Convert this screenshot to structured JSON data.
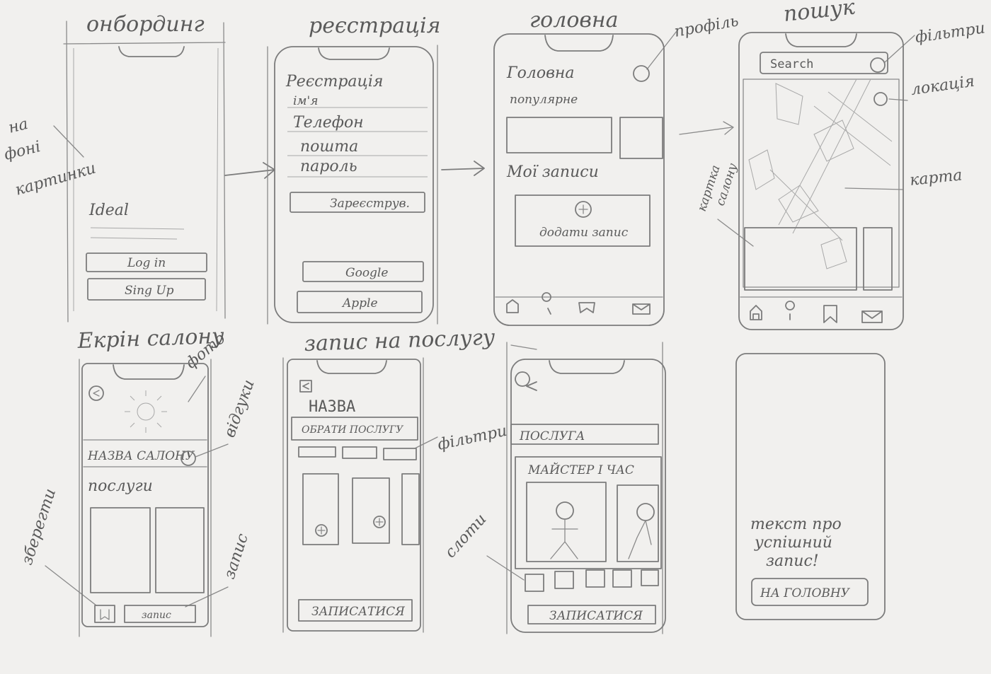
{
  "screens": {
    "onboarding": {
      "title": "онбординг",
      "side_note": [
        "на",
        "фоні",
        "картинки"
      ],
      "brand": "Ideal",
      "login_button": "Log in",
      "signup_button": "Sing Up"
    },
    "registration": {
      "title": "реєстрація",
      "heading": "Реєстрація",
      "fields": [
        "ім'я",
        "Телефон",
        "пошта",
        "пароль"
      ],
      "register_button": "Зареєструв.",
      "google_button": "Google",
      "apple_button": "Apple"
    },
    "home": {
      "title": "головна",
      "profile_note": "профіль",
      "heading": "Головна",
      "popular_label": "популярне",
      "my_bookings_label": "Мої записи",
      "add_booking_label": "додати запис"
    },
    "search": {
      "title": "пошук",
      "search_placeholder": "Search",
      "filters_note": "фільтри",
      "location_note": "локація",
      "map_note": "карта",
      "salon_card_note": [
        "картка",
        "салону"
      ]
    },
    "salon": {
      "title": "Екрін салону",
      "photo_note": "фото",
      "reviews_note": "відгуки",
      "salon_name": "НАЗВА САЛОНУ",
      "services_label": "послуги",
      "save_note": "зберегти",
      "book_note": "запис",
      "book_button": "запис"
    },
    "service_booking": {
      "title": "запис на послугу",
      "heading": "НАЗВА",
      "choose_service": "ОБРАТИ ПОСЛУГУ",
      "filters_note": "фільтри",
      "submit_button": "ЗАПИСАТИСЯ"
    },
    "master_time": {
      "service_label": "ПОСЛУГА",
      "master_time_label": "МАЙСТЕР І ЧАС",
      "slots_note": "слоти",
      "submit_button": "ЗАПИСАТИСЯ"
    },
    "success": {
      "message_lines": [
        "текст про",
        "успішний",
        "запис!"
      ],
      "home_button": "НА ГОЛОВНУ"
    }
  }
}
